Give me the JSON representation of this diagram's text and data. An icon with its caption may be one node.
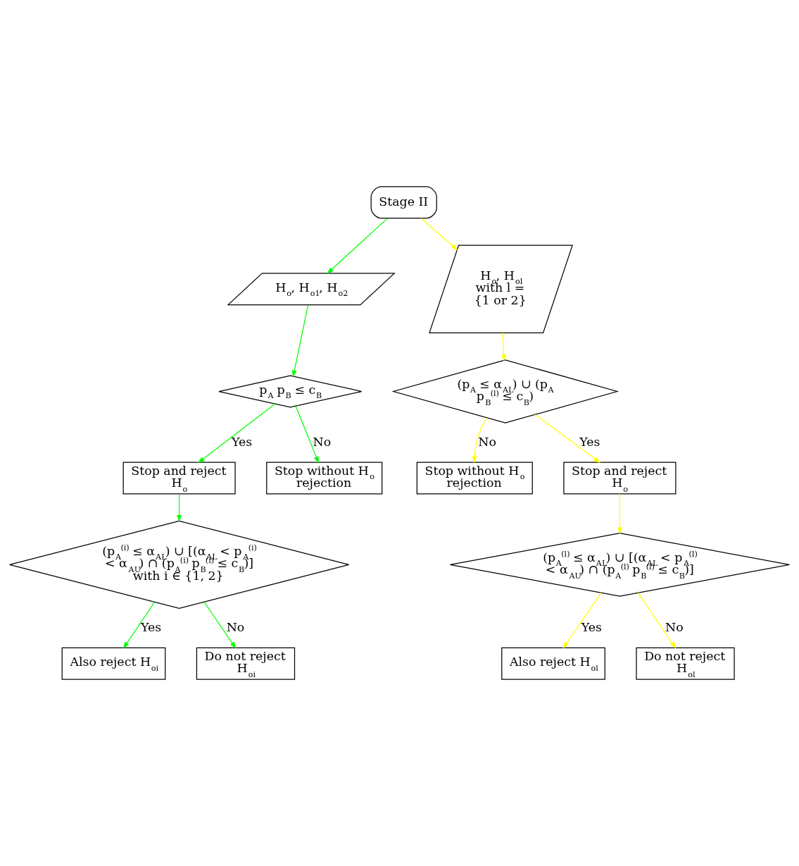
{
  "diagram": {
    "nodes": [
      {
        "text": [
          "Stage II"
        ]
      },
      {
        "text": [
          "H$_{o}$, H$_{o1}$, H$_{o2}$"
        ]
      },
      {
        "text": [
          "H$_{o}$, H$_{ol}$ with l = {1 or 2}"
        ]
      },
      {
        "text": [
          "p$_{A}$ p$_{B}$ ≤ c$_{B}$"
        ]
      },
      {
        "text": [
          "Stop and reject H$_{o}$"
        ]
      },
      {
        "text": [
          "Stop without H$_{o}$ rejection"
        ]
      },
      {
        "text": [
          "(p$_{A}$$^{(i)}$ ≤ α$_{AL}$) ∪ [(α$_{AL}$ < p$_{A}$$^{(i)}$ < α$_{AU}$) ∩ (p$_{A}$$^{(i)}$ p$_{B}$$^{(i)}$ ≤ c$_{B}$)] with i ∈ {1, 2}"
        ]
      },
      {
        "text": [
          "Also reject H$_{oi}$"
        ]
      },
      {
        "text": [
          "Do not reject H$_{oi}$"
        ]
      },
      {
        "text": [
          "(p$_{A}$ ≤ α$_{AL}$) ∪ (p$_{A}$ p$_{B}$$^{(l)}$ ≤ c$_{B}$)"
        ]
      },
      {
        "text": [
          "Stop without H$_{o}$ rejection"
        ]
      },
      {
        "text": [
          "Stop and reject H$_{o}$"
        ]
      },
      {
        "text": [
          "(p$_{A}$$^{(l)}$ ≤ α$_{AL}$) ∪ [(α$_{AL}$ < p$_{A}$$^{(l)}$ < α$_{AU}$) ∩ (p$_{A}$$^{(l)}$ p$_{B}$$^{(l)}$ ≤ c$_{B}$)]"
        ]
      },
      {
        "text": [
          "Also reject H$_{ol}$"
        ]
      },
      {
        "text": [
          "Do not reject H$_{ol}$"
        ]
      }
    ],
    "edges": [
      {
        "from": 0,
        "to": 1,
        "arrow": "to",
        "color": "#00ff00"
      },
      {
        "from": 0,
        "to": 2,
        "arrow": "to",
        "color": "#ffff00"
      },
      {
        "from": 1,
        "to": 3,
        "arrow": "to",
        "color": "#00ff00"
      },
      {
        "from": 3,
        "to": 4,
        "arrow": "to",
        "label": "Yes",
        "color": "#00ff00"
      },
      {
        "from": 3,
        "to": 5,
        "arrow": "to",
        "label": "No",
        "color": "#00ff00"
      },
      {
        "from": 4,
        "to": 6,
        "arrow": "to",
        "color": "#00ff00"
      },
      {
        "from": 6,
        "to": 7,
        "arrow": "to",
        "label": "Yes",
        "color": "#00ff00"
      },
      {
        "from": 6,
        "to": 8,
        "arrow": "to",
        "label": "No",
        "color": "#00ff00"
      },
      {
        "from": 2,
        "to": 9,
        "arrow": "to",
        "color": "#ffff00"
      },
      {
        "from": 9,
        "to": 10,
        "arrow": "to",
        "label": "No",
        "color": "#ffff00"
      },
      {
        "from": 9,
        "to": 11,
        "arrow": "to",
        "label": "Yes",
        "color": "#ffff00"
      },
      {
        "from": 11,
        "to": 12,
        "arrow": "to",
        "color": "#ffff00"
      },
      {
        "from": 12,
        "to": 13,
        "arrow": "to",
        "label": "Yes",
        "color": "#ffff00"
      },
      {
        "from": 12,
        "to": 14,
        "arrow": "to",
        "label": "No",
        "color": "#ffff00"
      }
    ]
  }
}
